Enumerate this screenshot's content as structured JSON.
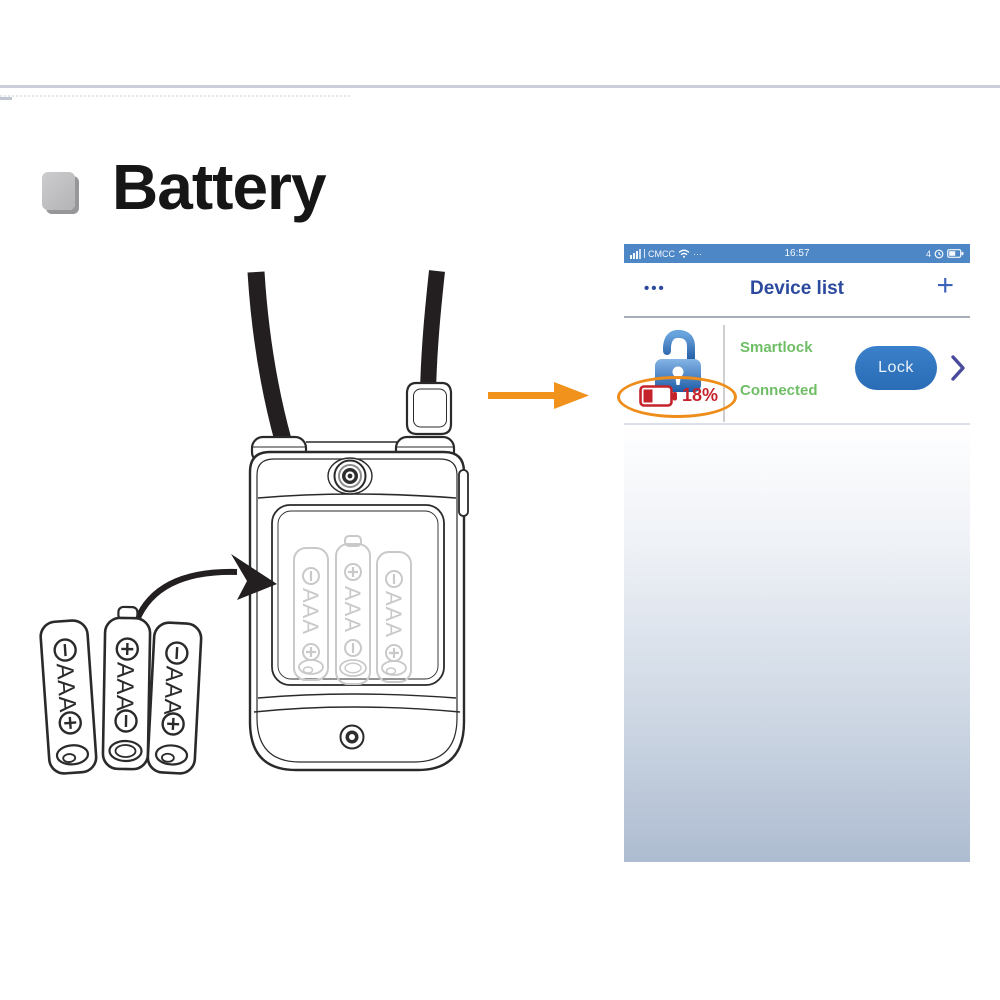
{
  "section": {
    "title": "Battery"
  },
  "illustration": {
    "battery_label": "AAA"
  },
  "phone": {
    "status_bar": {
      "carrier": "CMCC",
      "more_dots": "···",
      "time": "16:57",
      "network": "4"
    },
    "header": {
      "menu_dots": "•••",
      "title": "Device list",
      "add": "+"
    },
    "device_row": {
      "battery_percent": "18%",
      "name": "Smartlock",
      "status": "Connected",
      "lock_button": "Lock"
    },
    "icons": [
      "signal-icon",
      "wifi-icon",
      "clock-icon",
      "battery-status-icon",
      "padlock-icon",
      "low-battery-icon",
      "chevron-right-icon",
      "add-icon",
      "menu-dots-icon"
    ],
    "colors": {
      "status_bar_blue": "#4e87c5",
      "header_text_blue": "#2b4a9e",
      "device_text_green": "#6fbe66",
      "alert_red": "#c5232b",
      "highlight_orange": "#ee8d1a",
      "button_blue": "#2e76c1"
    }
  }
}
